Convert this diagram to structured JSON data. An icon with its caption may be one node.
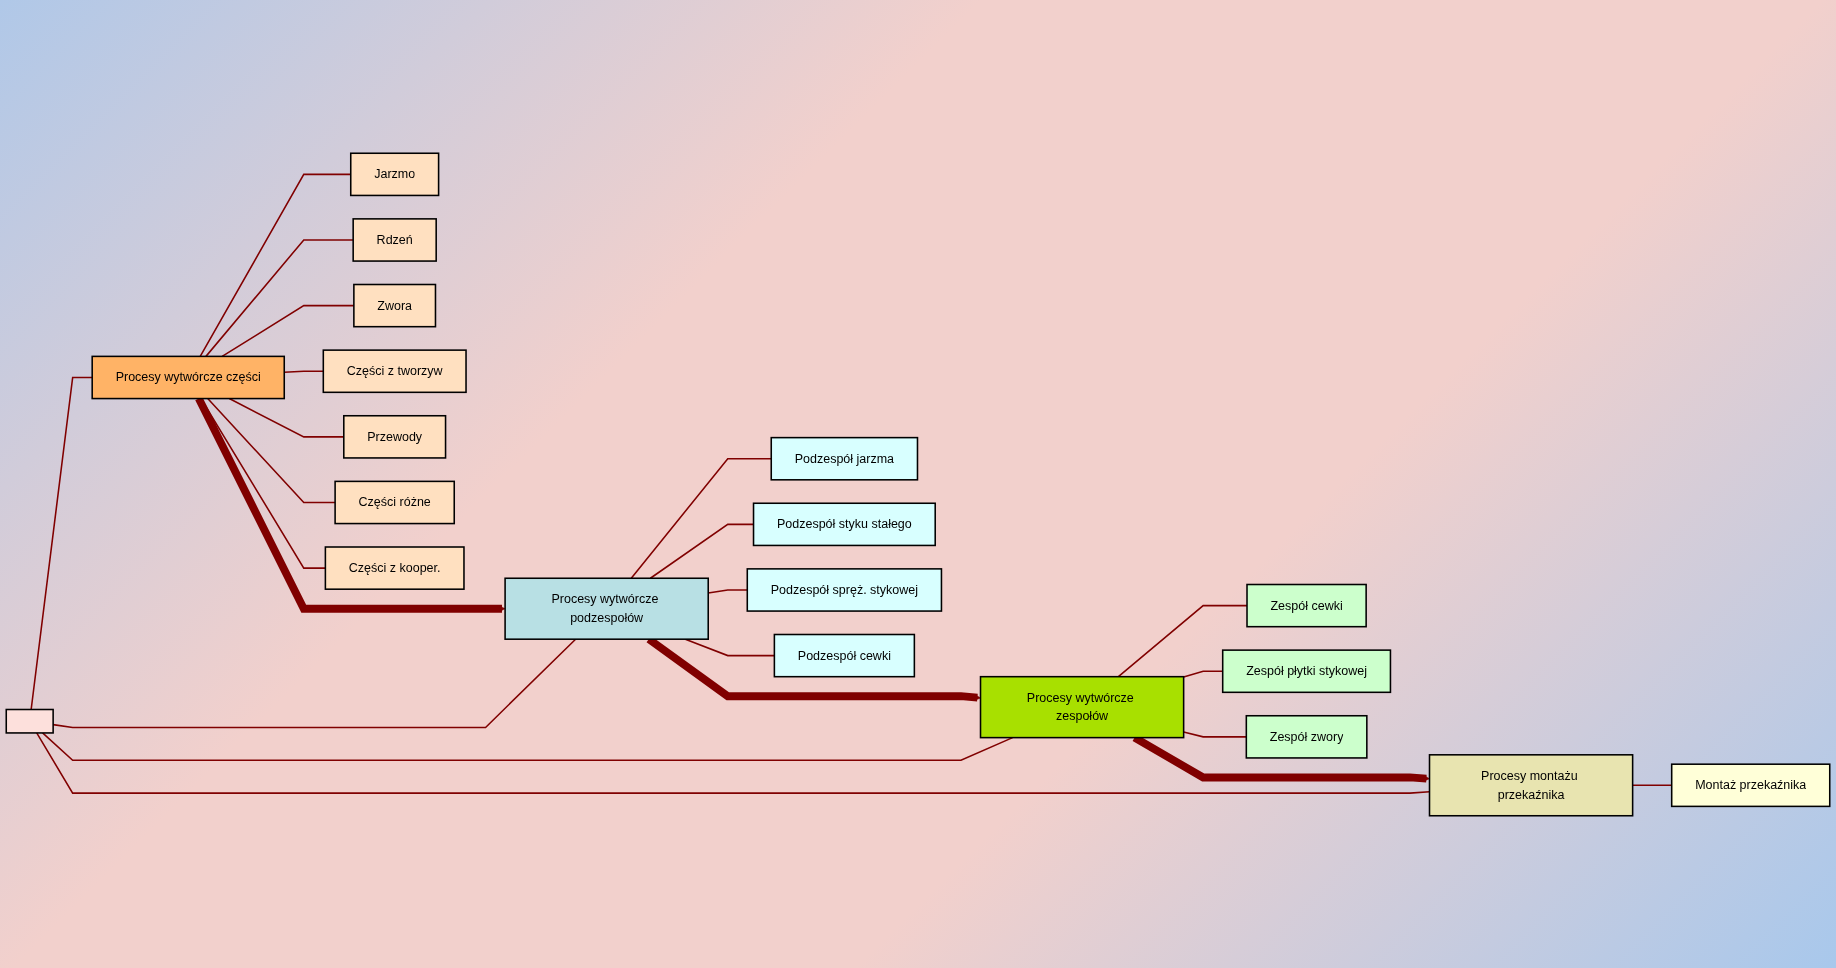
{
  "diagram": {
    "nodes": [
      {
        "text": [],
        "shape": "box"
      },
      {
        "text": [
          "Procesy wytwórcze części"
        ]
      },
      {
        "text": [
          "Jarzmo"
        ]
      },
      {
        "text": [
          "Rdzeń"
        ]
      },
      {
        "text": [
          "Zwora"
        ]
      },
      {
        "text": [
          "Części z tworzyw"
        ]
      },
      {
        "text": [
          "Przewody"
        ]
      },
      {
        "text": [
          "Części różne"
        ]
      },
      {
        "text": [
          "Części z kooper."
        ]
      },
      {
        "text": [
          "Procesy wytwórcze podzespołów"
        ]
      },
      {
        "text": [
          "Podzespół jarzma"
        ]
      },
      {
        "text": [
          "Podzespół styku stałego"
        ]
      },
      {
        "text": [
          "Podzespół spręż. stykowej"
        ]
      },
      {
        "text": [
          "Podzespół cewki"
        ]
      },
      {
        "text": [
          "Procesy wytwórcze zespołów"
        ]
      },
      {
        "text": [
          "Zespół cewki"
        ]
      },
      {
        "text": [
          "Zespół płytki stykowej"
        ]
      },
      {
        "text": [
          "Zespół zwory"
        ]
      },
      {
        "text": [
          "Procesy montażu przekaźnika"
        ]
      },
      {
        "text": [
          "Montaż przekaźnika"
        ]
      }
    ],
    "edges": [
      {
        "from": 0,
        "to": 1,
        "arrow": "none"
      },
      {
        "from": 0,
        "to": 9,
        "arrow": "none"
      },
      {
        "from": 0,
        "to": 14,
        "arrow": "none"
      },
      {
        "from": 0,
        "to": 18,
        "arrow": "none"
      },
      {
        "from": 1,
        "to": 2,
        "arrow": "none"
      },
      {
        "from": 1,
        "to": 3,
        "arrow": "none"
      },
      {
        "from": 1,
        "to": 4,
        "arrow": "none"
      },
      {
        "from": 1,
        "to": 5,
        "arrow": "none"
      },
      {
        "from": 1,
        "to": 6,
        "arrow": "none"
      },
      {
        "from": 1,
        "to": 7,
        "arrow": "none"
      },
      {
        "from": 1,
        "to": 8,
        "arrow": "none"
      },
      {
        "from": 9,
        "to": 10,
        "arrow": "none"
      },
      {
        "from": 9,
        "to": 11,
        "arrow": "none"
      },
      {
        "from": 9,
        "to": 12,
        "arrow": "none"
      },
      {
        "from": 9,
        "to": 13,
        "arrow": "none"
      },
      {
        "from": 14,
        "to": 15,
        "arrow": "none"
      },
      {
        "from": 14,
        "to": 16,
        "arrow": "none"
      },
      {
        "from": 14,
        "to": 17,
        "arrow": "none"
      },
      {
        "from": 18,
        "to": 19,
        "arrow": "none"
      },
      {
        "from": 1,
        "to": 9,
        "arrow": "to",
        "style": "thick"
      },
      {
        "from": 9,
        "to": 14,
        "arrow": "to",
        "style": "thick"
      },
      {
        "from": 14,
        "to": 18,
        "arrow": "to",
        "style": "thick"
      }
    ]
  }
}
